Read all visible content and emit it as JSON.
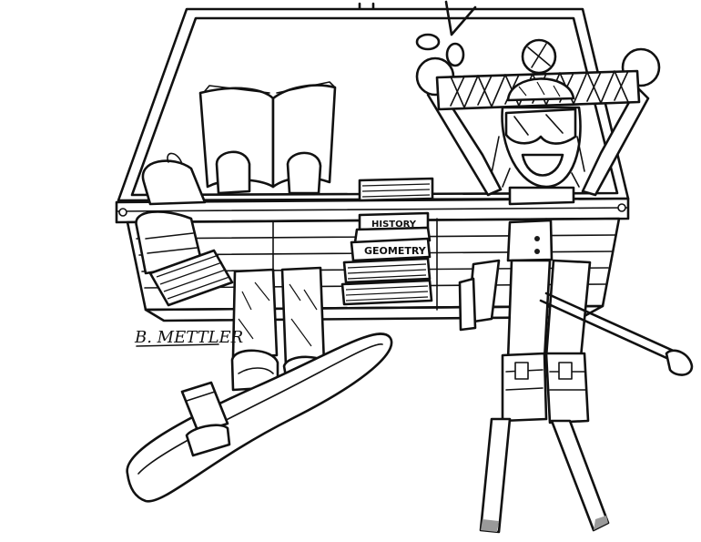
{
  "books": {
    "history_label": "HISTORY",
    "geometry_label": "GEOMETRY"
  },
  "signature": "B. METTLER",
  "colors": {
    "ink": "#111111",
    "paper": "#ffffff",
    "shade": "#9a9a9a"
  }
}
